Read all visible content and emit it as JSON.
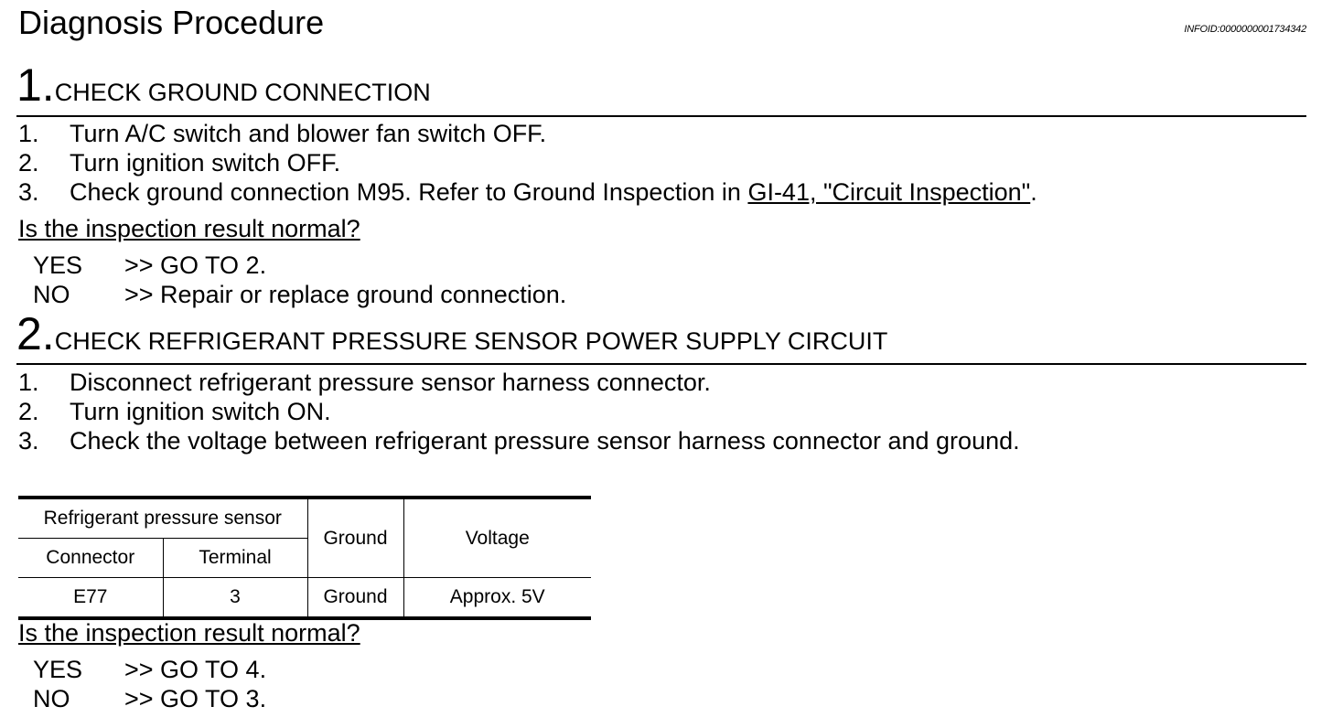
{
  "title": "Diagnosis Procedure",
  "info_id": "INFOID:0000000001734342",
  "steps": [
    {
      "number": "1.",
      "title": "CHECK GROUND CONNECTION",
      "items": [
        {
          "n": "1.",
          "text": "Turn A/C switch and blower fan switch OFF."
        },
        {
          "n": "2.",
          "text": "Turn ignition switch OFF."
        },
        {
          "n": "3.",
          "text_before": "Check ground connection M95. Refer to Ground Inspection in ",
          "link": "GI-41, \"Circuit Inspection\"",
          "text_after": "."
        }
      ],
      "question": "Is the inspection result normal?",
      "answers": [
        {
          "key": "YES",
          "value": ">> GO TO 2."
        },
        {
          "key": "NO",
          "value": ">> Repair or replace ground connection."
        }
      ]
    },
    {
      "number": "2.",
      "title": "CHECK REFRIGERANT PRESSURE SENSOR POWER SUPPLY CIRCUIT",
      "items": [
        {
          "n": "1.",
          "text": "Disconnect refrigerant pressure sensor harness connector."
        },
        {
          "n": "2.",
          "text": "Turn ignition switch ON."
        },
        {
          "n": "3.",
          "text": "Check the voltage between refrigerant pressure sensor harness connector and ground."
        }
      ],
      "table": {
        "group_header": "Refrigerant pressure sensor",
        "headers": [
          "Connector",
          "Terminal",
          "Ground",
          "Voltage"
        ],
        "row": [
          "E77",
          "3",
          "Ground",
          "Approx. 5V"
        ]
      },
      "question": "Is the inspection result normal?",
      "answers": [
        {
          "key": "YES",
          "value": ">> GO TO 4."
        },
        {
          "key": "NO",
          "value": ">> GO TO 3."
        }
      ]
    }
  ]
}
